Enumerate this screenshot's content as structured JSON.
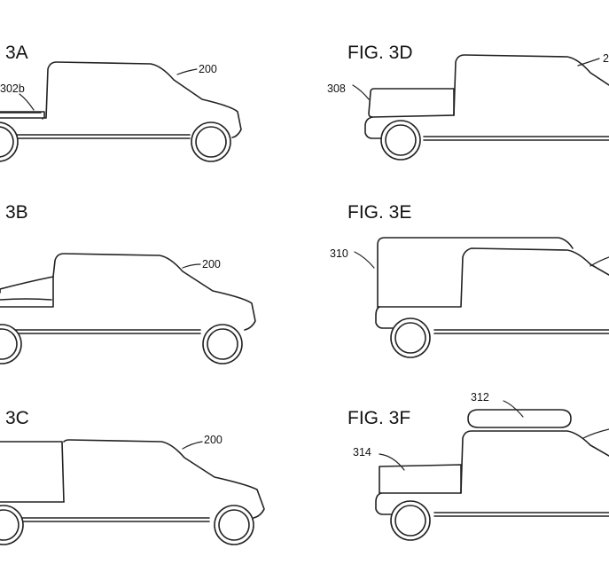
{
  "figures": {
    "a": {
      "label": "3A",
      "refs": {
        "vehicle": "200",
        "bed_part": "302b"
      }
    },
    "b": {
      "label": "3B",
      "refs": {
        "vehicle": "200"
      }
    },
    "c": {
      "label": "3C",
      "refs": {
        "vehicle": "200"
      }
    },
    "d": {
      "label": "FIG. 3D",
      "refs": {
        "vehicle": "2",
        "cap": "308"
      }
    },
    "e": {
      "label": "FIG. 3E",
      "refs": {
        "cap": "310"
      }
    },
    "f": {
      "label": "FIG. 3F",
      "refs": {
        "roof_box": "312",
        "bed_box": "314"
      }
    }
  }
}
